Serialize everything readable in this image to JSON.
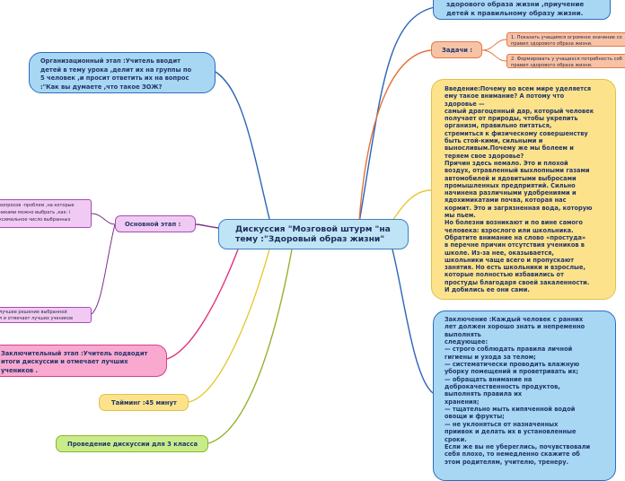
{
  "center": {
    "line1": "Дискуссия \"Мозговой штурм \"на",
    "line2": "тему :\"Здоровый образ жизни\""
  },
  "top_goal": "здорового образа жизни ,приучение\nдетей к правильному образу жизни.",
  "organizational": "Организационный этап :Учитель вводит\nдетей в тему урока ,делит их на группы по\n5 человек ,и просит ответить их на вопрос\n:\"Как  вы думаете ,что такое ЗОЖ?",
  "tasks": {
    "label": "Задачи :",
    "items": [
      "1. Показать учащимся огромное значение со\nправил здорового образа жизни.",
      "2. Формировать у учащихся потребность соб\nправил здорового образа жизни."
    ]
  },
  "intro": "Введение:Почему во всем мире уделяется\nему такое внимание? А потому что\nздоровье —\nсамый драгоценный дар, который человек\nполучает от природы, чтобы укрепить\nорганизм, правильно питаться,\nстремиться к физическому совершенству\nбыть стой-кими, сильными и\nвыносливым.Почему же мы болеем и\nтеряем свое здоровье?\nПричин здесь немало. Это и плохой\nвоздух, отравленный выхлопными газами\nавтомобилей и ядовитыми выбросами\nпромышленных предприятий. Сильно\nначинена различными удобрениями и\nядохимикатами почва, которая нас\nкормит. Это и загрязненная вода, которую\nмы пьем.\nНо болезни возникают и по вине самого\nчеловека: взрослого или школьника.\nОбратите внимание на слово «простуда»\nв перечне причин отсутствия учеников в\nшколе. Из-за нее, оказывается,\nшкольники чаще всего и пропускают\nзанятия. Но есть школьники и взрослые,\nкоторые полностью избавились от\nпростуды благодаря своей закаленности.\nИ добились ее они сами.",
  "conclusion": "Заключение :Каждый человек с ранних\nлет должен хорошо знать и непременно\nвыполнять\nследующее:\n— строго соблюдать правила личной\nгигиены и ухода за телом;\n— систематически проводить влажную\nуборку помещений и проветривать их;\n— обращать внимание на\nдоброкачественность продуктов,\nвыполнять правила их\nхранения;\n— тщательно мыть кипяченной водой\nовощи и фрукты;\n— не уклоняться от назначенных\nприивок и делать их в установленные\nсроки.\nЕсли же вы не уберег­лись, почувствовали\nсебя плохо, то немедленно скажите об\nэтом родителям, учителю, тренеру.",
  "main_stage": {
    "label": "Основной этап :",
    "sub1": "вопросов -проблем ,на которые\nчиками можно выбрать ,как: і\nксимальное число выбранных",
    "sub2": "лучшее решение выбранной\nл и отмечает лучших учеников"
  },
  "final_stage": "Заключительный этап :Учитель подводит\nитоги дискуссии и отмечает лучших\nучеников  .",
  "timing": "Тайминг :45 минут",
  "conduct": "Проведение дискуссии для 3 класса",
  "colors": {
    "blue_branch": "#2c63b8",
    "orange_branch": "#e3703c",
    "yellow_branch": "#e6c934",
    "purple_branch": "#7b2f8a",
    "pink_branch": "#e0307d",
    "green_branch": "#93b42a"
  }
}
